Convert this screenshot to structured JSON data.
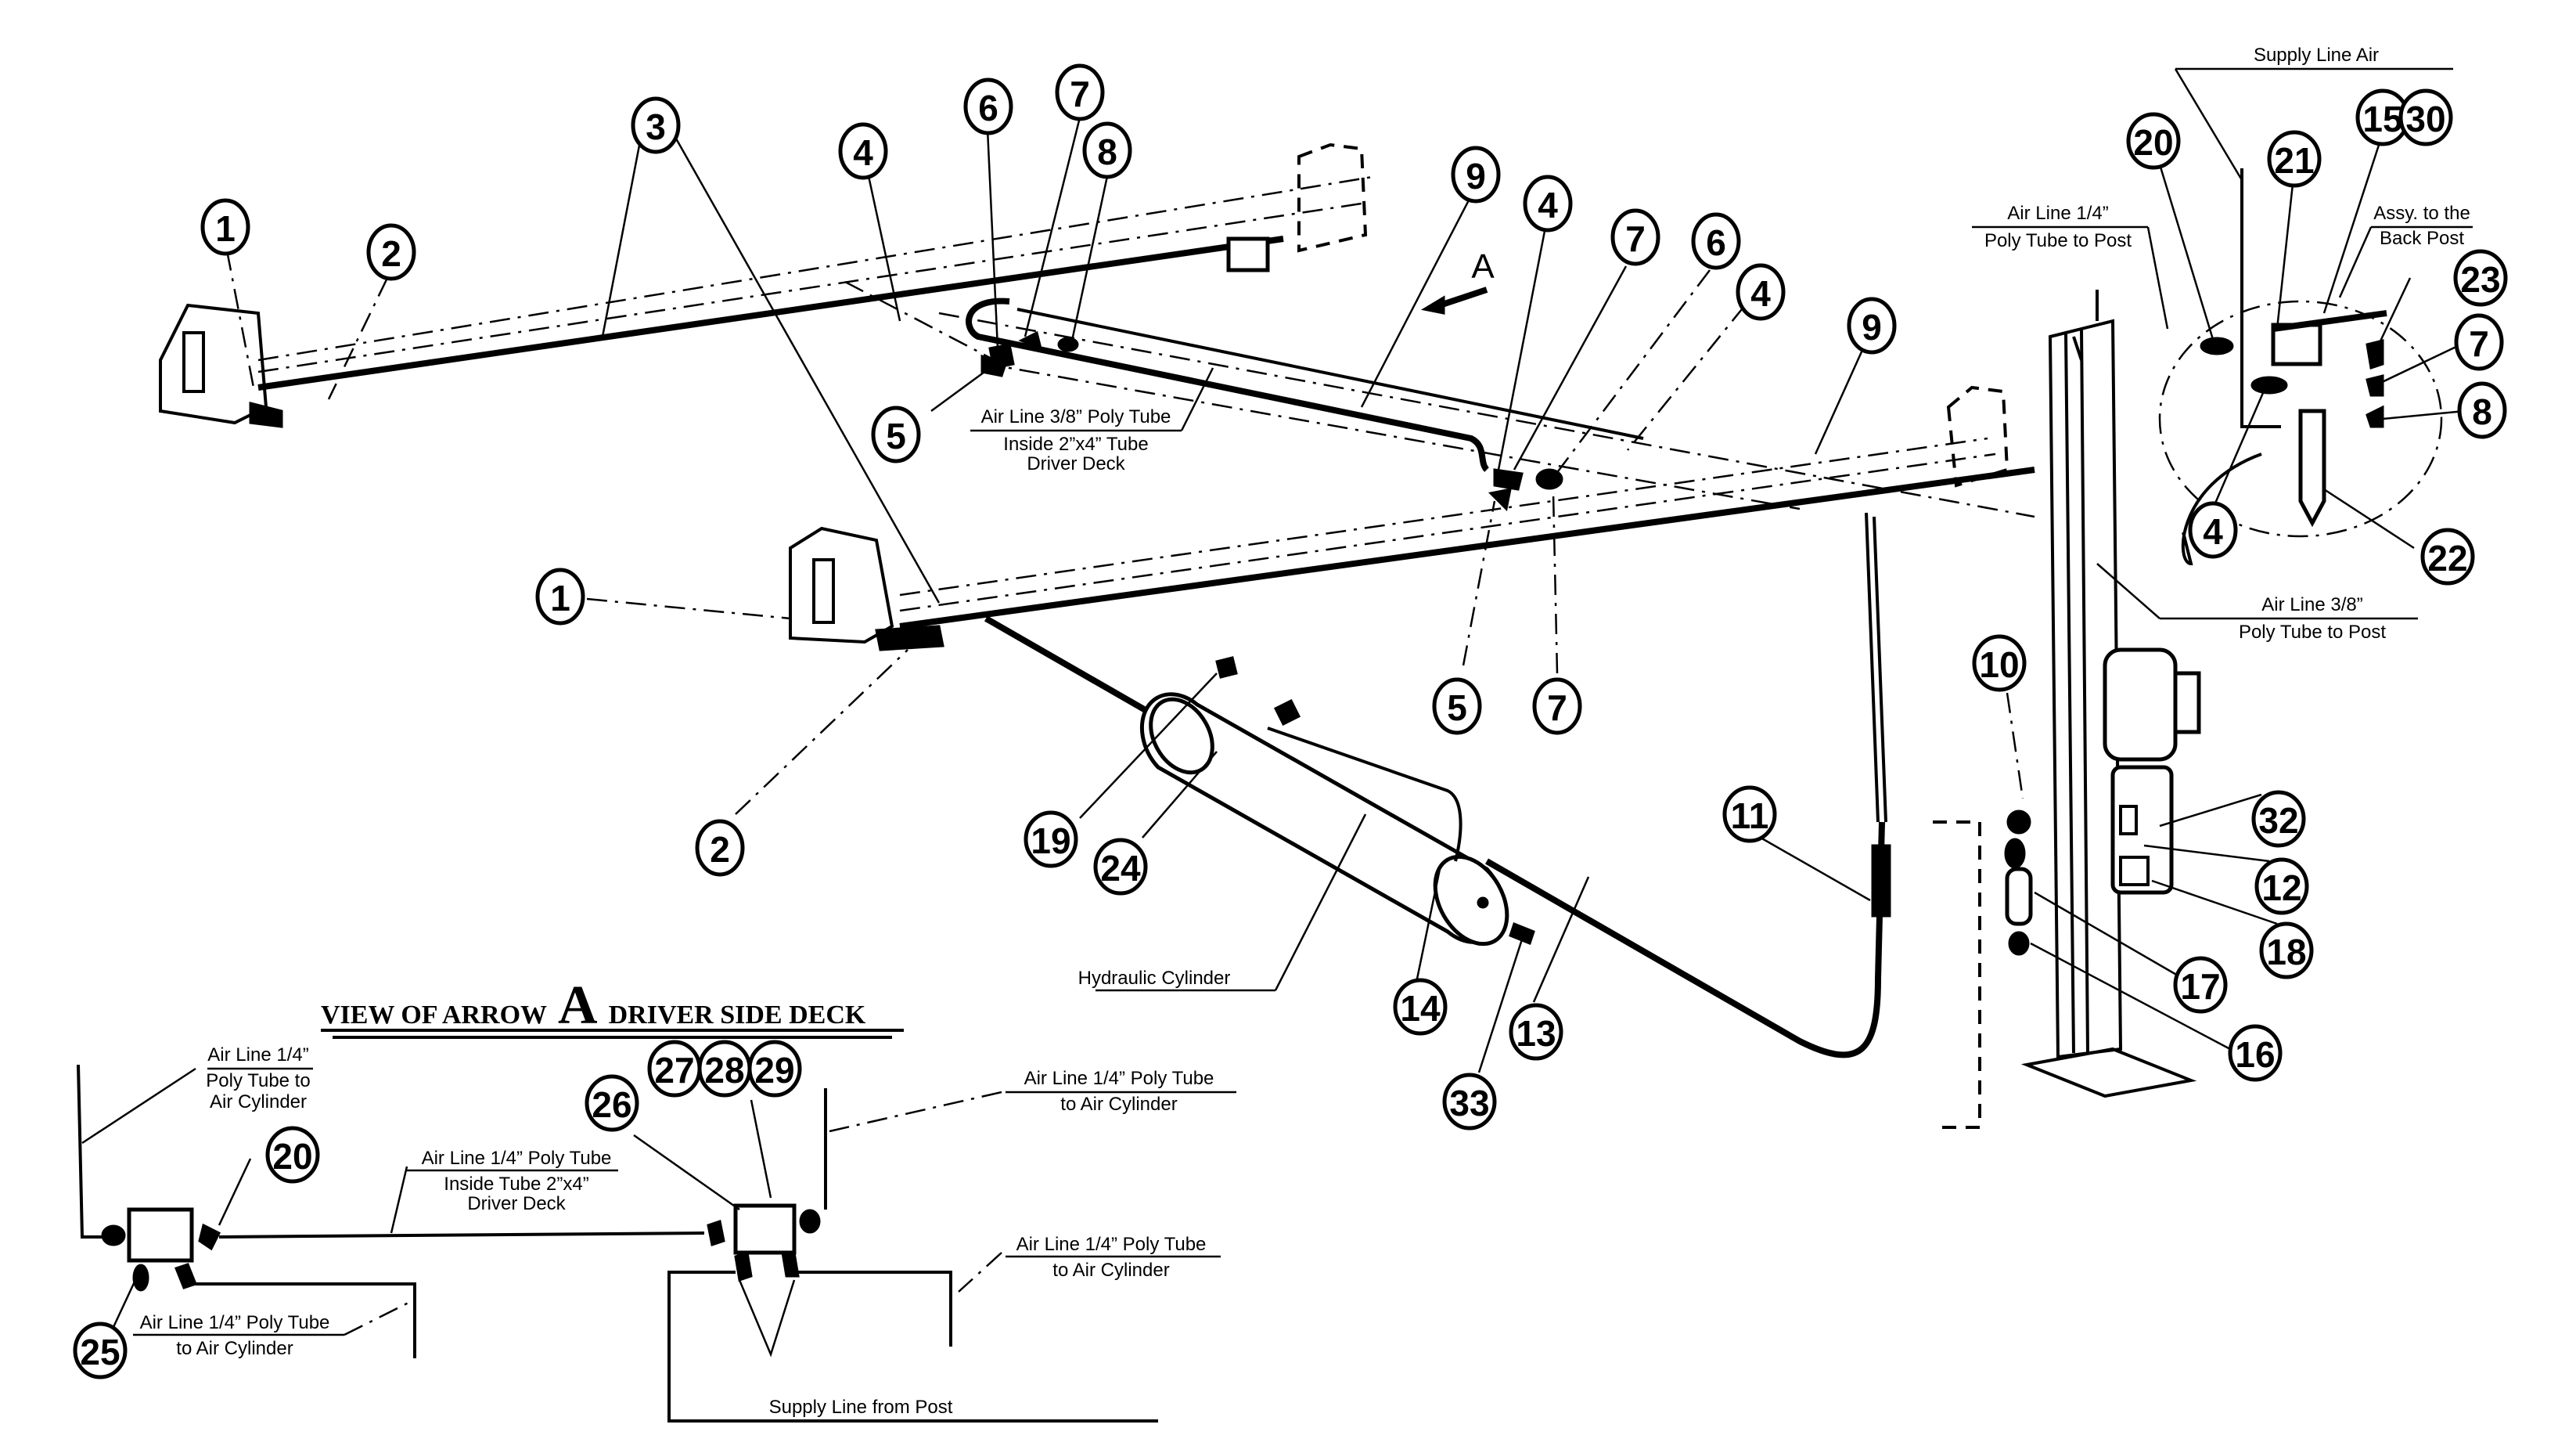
{
  "diagram": {
    "type": "parts-assembly-exploded-view",
    "arrow_marker": "A",
    "inset_title": {
      "prefix": "VIEW OF ARROW",
      "letter": "A",
      "suffix": "DRIVER SIDE DECK"
    },
    "callouts": [
      {
        "id": "c1a",
        "number": "1"
      },
      {
        "id": "c2a",
        "number": "2"
      },
      {
        "id": "c3",
        "number": "3"
      },
      {
        "id": "c4a",
        "number": "4"
      },
      {
        "id": "c6a",
        "number": "6"
      },
      {
        "id": "c7a",
        "number": "7"
      },
      {
        "id": "c8a",
        "number": "8"
      },
      {
        "id": "c5a",
        "number": "5"
      },
      {
        "id": "c9a",
        "number": "9"
      },
      {
        "id": "c4b",
        "number": "4"
      },
      {
        "id": "c7b",
        "number": "7"
      },
      {
        "id": "c6b",
        "number": "6"
      },
      {
        "id": "c4c",
        "number": "4"
      },
      {
        "id": "c9b",
        "number": "9"
      },
      {
        "id": "c1b",
        "number": "1"
      },
      {
        "id": "c5b",
        "number": "5"
      },
      {
        "id": "c7c",
        "number": "7"
      },
      {
        "id": "c2b",
        "number": "2"
      },
      {
        "id": "c19",
        "number": "19"
      },
      {
        "id": "c24",
        "number": "24"
      },
      {
        "id": "c14",
        "number": "14"
      },
      {
        "id": "c13",
        "number": "13"
      },
      {
        "id": "c33",
        "number": "33"
      },
      {
        "id": "c11",
        "number": "11"
      },
      {
        "id": "c10",
        "number": "10"
      },
      {
        "id": "c32",
        "number": "32"
      },
      {
        "id": "c12",
        "number": "12"
      },
      {
        "id": "c18",
        "number": "18"
      },
      {
        "id": "c17",
        "number": "17"
      },
      {
        "id": "c16",
        "number": "16"
      },
      {
        "id": "c20a",
        "number": "20"
      },
      {
        "id": "c21",
        "number": "21"
      },
      {
        "id": "c15",
        "number": "15"
      },
      {
        "id": "c30",
        "number": "30"
      },
      {
        "id": "c23",
        "number": "23"
      },
      {
        "id": "c7d",
        "number": "7"
      },
      {
        "id": "c8b",
        "number": "8"
      },
      {
        "id": "c4d",
        "number": "4"
      },
      {
        "id": "c22",
        "number": "22"
      },
      {
        "id": "c20b",
        "number": "20"
      },
      {
        "id": "c25",
        "number": "25"
      },
      {
        "id": "c26",
        "number": "26"
      },
      {
        "id": "c27",
        "number": "27"
      },
      {
        "id": "c28",
        "number": "28"
      },
      {
        "id": "c29",
        "number": "29"
      }
    ],
    "labels": {
      "supply_line_air": [
        "Supply Line Air"
      ],
      "air_line_quarter_to_post": [
        "Air Line 1/4”",
        "Poly Tube to Post"
      ],
      "assy_back_post": [
        "Assy. to the",
        "Back Post"
      ],
      "air_line_3_8_to_post": [
        "Air Line 3/8”",
        "Poly Tube to Post"
      ],
      "air_line_3_8_inside": [
        "Air Line 3/8” Poly Tube",
        "Inside 2”x4” Tube",
        "Driver Deck"
      ],
      "hydraulic_cylinder": [
        "Hydraulic Cylinder"
      ],
      "inset_air_line_to_cyl_left": [
        "Air Line 1/4”",
        "Poly Tube to",
        "Air Cylinder"
      ],
      "inset_air_line_inside": [
        "Air Line 1/4” Poly Tube",
        "Inside Tube 2”x4”",
        "Driver Deck"
      ],
      "inset_air_line_to_cyl_right_top": [
        "Air Line 1/4” Poly Tube",
        "to Air Cylinder"
      ],
      "inset_air_line_to_cyl_bottom_left": [
        "Air Line 1/4” Poly Tube",
        "to Air Cylinder"
      ],
      "inset_air_line_to_cyl_right_bottom": [
        "Air Line 1/4” Poly Tube",
        "to Air Cylinder"
      ],
      "inset_supply_line": [
        "Supply Line from Post"
      ]
    }
  }
}
